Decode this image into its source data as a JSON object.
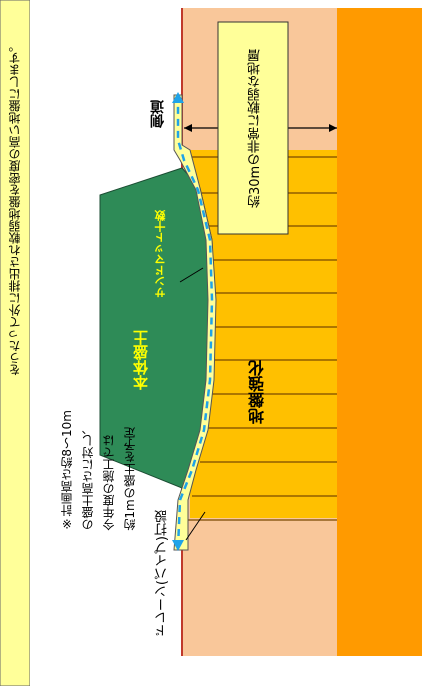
{
  "left_note": "をうたって外に排出され軟弱地盤を密度の高い地盤にします。",
  "labels": {
    "side_road": "側道",
    "weak_layer": "約30mの非常に軟弱な地層",
    "sand_mat": "サンドマット十数",
    "embankment": "本体盛土",
    "ground_improvement": "地盤強化",
    "drain_pipe": "ドレーン(パイプ)打設",
    "plan_note_lines": [
      "※計画高さ約8～10m",
      "の盛土高さに対し、",
      "今年度の施工では",
      "約1mの盛土を予定"
    ]
  },
  "colors": {
    "background_soil": "#f9c79a",
    "deep_soil": "#ff9a00",
    "improved_ground": "#ffc000",
    "embankment": "#2e8b57",
    "sand_mat": "#ffff99",
    "water_arrow": "#1fa3e8",
    "note_box": "#ffff99"
  }
}
